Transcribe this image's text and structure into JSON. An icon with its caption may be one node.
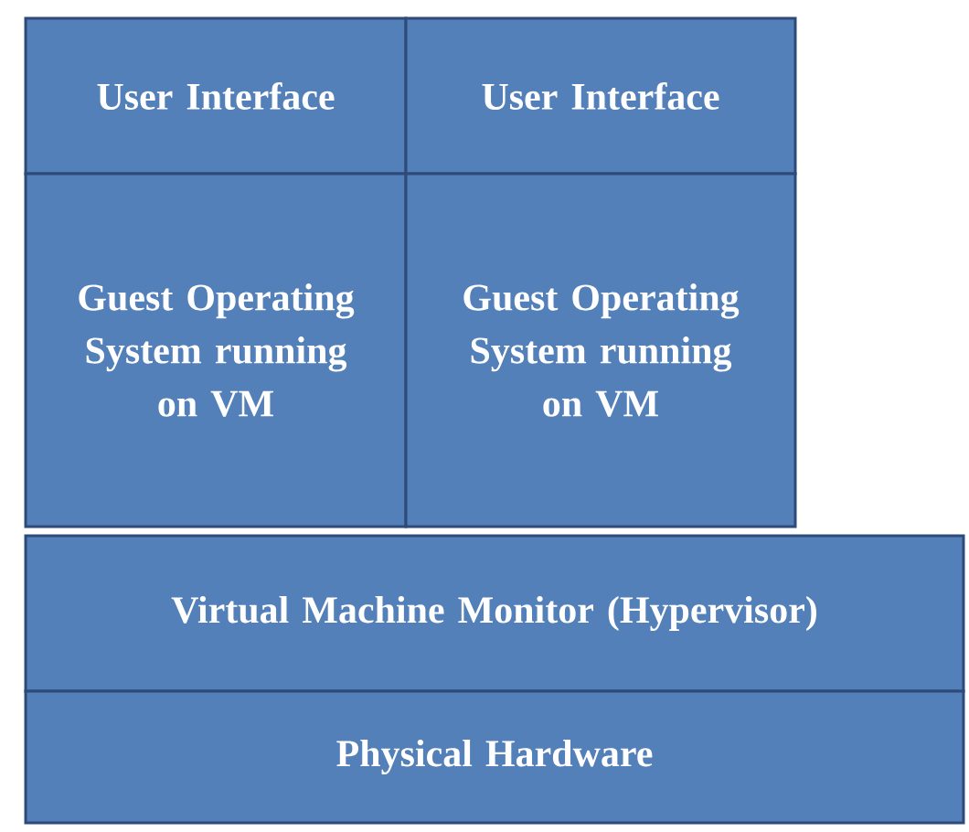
{
  "diagram": {
    "nodes": [
      {
        "text": [
          "User Interface"
        ]
      },
      {
        "text": [
          "User Interface"
        ]
      },
      {
        "text": [
          "Guest Operating System running on VM"
        ]
      },
      {
        "text": [
          "Guest Operating System running on VM"
        ]
      },
      {
        "text": [
          "Virtual Machine Monitor (Hypervisor)"
        ]
      },
      {
        "text": [
          "Physical Hardware"
        ]
      }
    ]
  }
}
